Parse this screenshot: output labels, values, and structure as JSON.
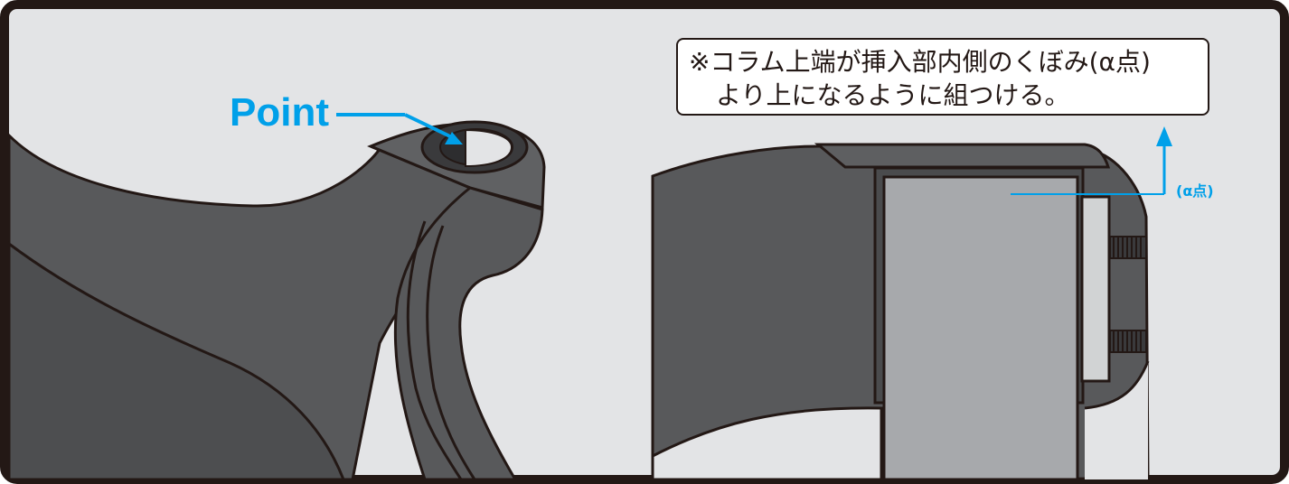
{
  "point_label": "Point",
  "note": {
    "line1": "※コラム上端が挿入部内側のくぼみ(α点)",
    "line2": "より上になるように組つける。"
  },
  "alpha_label": "(α点)",
  "colors": {
    "background": "#e3e4e6",
    "frame": "#231815",
    "body_dark": "#58595b",
    "column_gray": "#a7a9ac",
    "spacer_light": "#d1d3d4",
    "accent": "#00a0e9"
  }
}
